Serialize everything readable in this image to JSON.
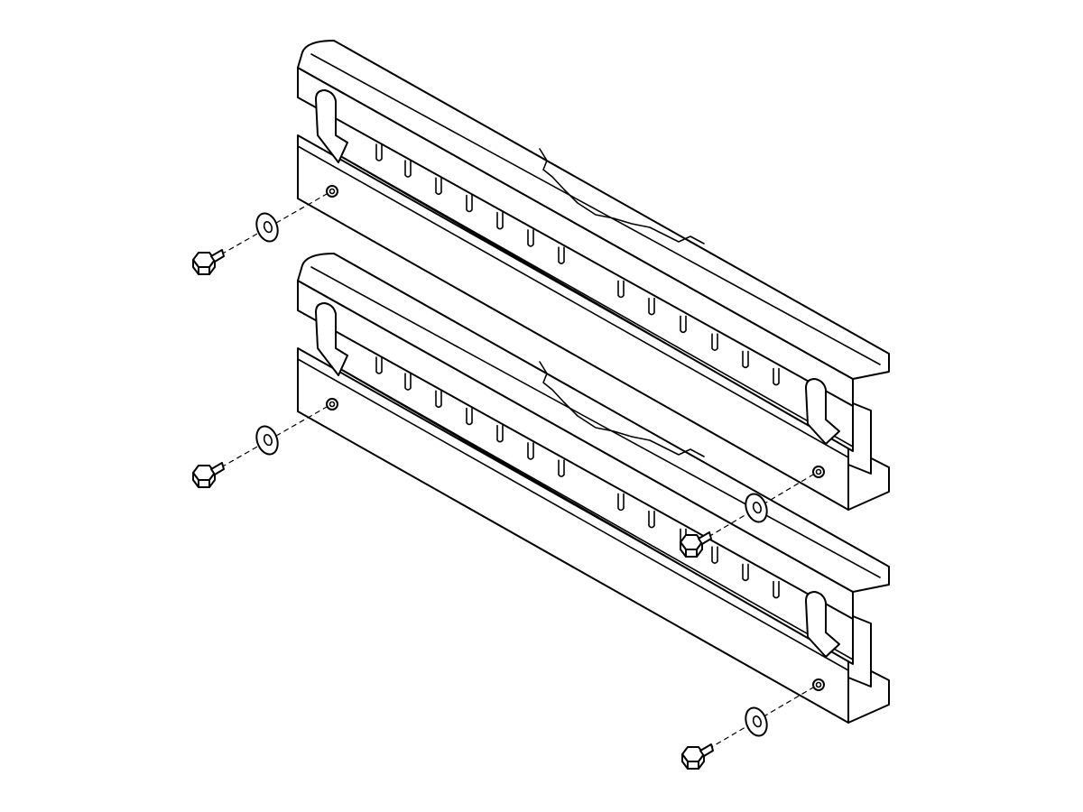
{
  "drawing": {
    "type": "exploded assembly line drawing",
    "colors": {
      "stroke": "#000000",
      "background": "#ffffff"
    },
    "parts": [
      {
        "name": "mounting-rail",
        "count": 2
      },
      {
        "name": "hex-bolt",
        "count": 4
      },
      {
        "name": "flat-washer",
        "count": 4
      }
    ],
    "slots_per_rail": 13
  }
}
